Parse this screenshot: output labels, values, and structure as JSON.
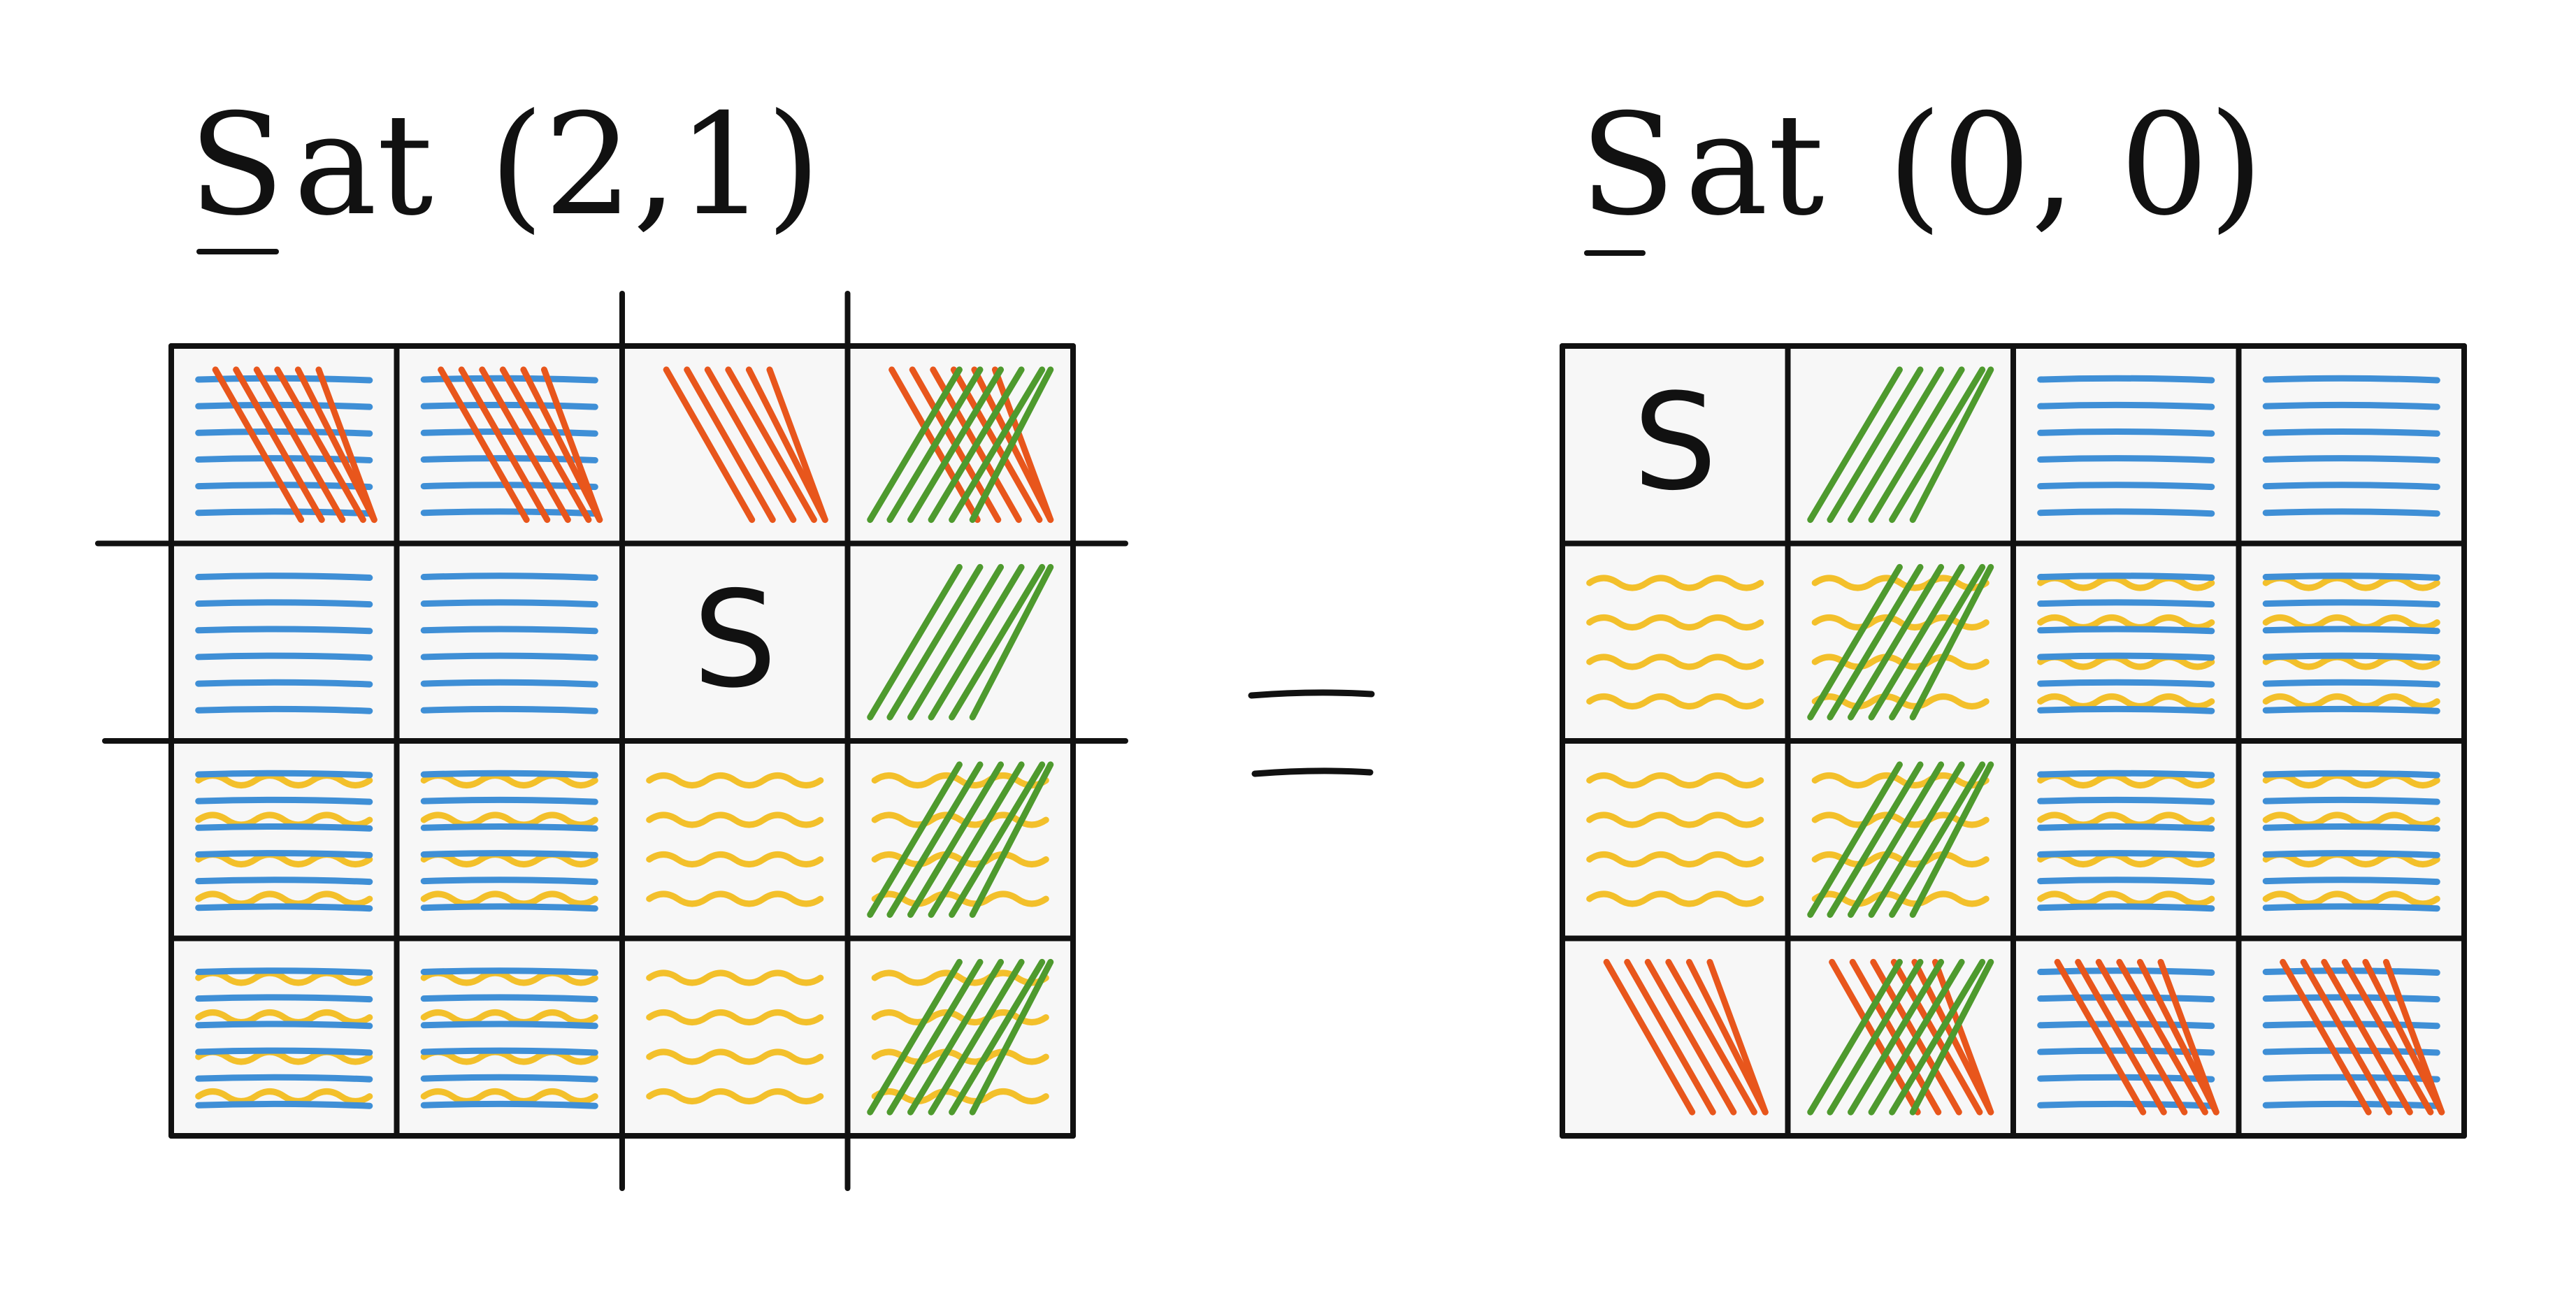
{
  "colors": {
    "ink": "#111111",
    "blue": "#3f8fd6",
    "orange": "#e8561c",
    "green": "#4e9a2e",
    "yellow": "#f3c02b",
    "cell_bg": "#f7f7f7",
    "page_bg": "#ffffff"
  },
  "left": {
    "title_symbol": "S",
    "title_rest": "at",
    "title_args": "(2,1)",
    "cells": [
      [
        "blue-orange",
        "blue-orange",
        "orange",
        "orange-green"
      ],
      [
        "blue",
        "blue",
        "S",
        "green"
      ],
      [
        "yellow-blue",
        "yellow-blue",
        "yellow",
        "yellow-green"
      ],
      [
        "yellow-blue",
        "yellow-blue",
        "yellow",
        "yellow-green"
      ]
    ]
  },
  "equals_sign": "=",
  "right": {
    "title_symbol": "S",
    "title_rest": "at",
    "title_args": "(0, 0)",
    "cells": [
      [
        "S",
        "green",
        "blue",
        "blue"
      ],
      [
        "yellow",
        "yellow-green",
        "yellow-blue",
        "yellow-blue"
      ],
      [
        "yellow",
        "yellow-green",
        "yellow-blue",
        "yellow-blue"
      ],
      [
        "orange",
        "orange-green",
        "blue-orange",
        "blue-orange"
      ]
    ]
  },
  "s_label": "S"
}
